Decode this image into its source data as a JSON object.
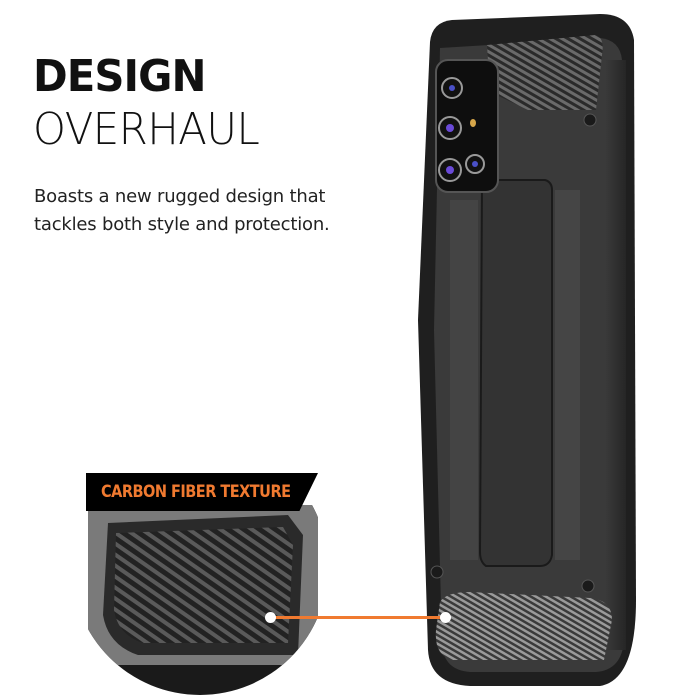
{
  "headline": {
    "line1": "DESIGN",
    "line2": "OVERHAUL"
  },
  "tagline": {
    "line1": "Boasts a new rugged design that",
    "line2": "tackles both style and protection."
  },
  "callout": {
    "label": "CARBON FIBER TEXTURE",
    "accent_color": "#f07a30"
  },
  "product": {
    "image": "rugged-phone-case-back-view",
    "color": "#2e2e2e",
    "camera_module": "quad-camera-with-flash"
  }
}
